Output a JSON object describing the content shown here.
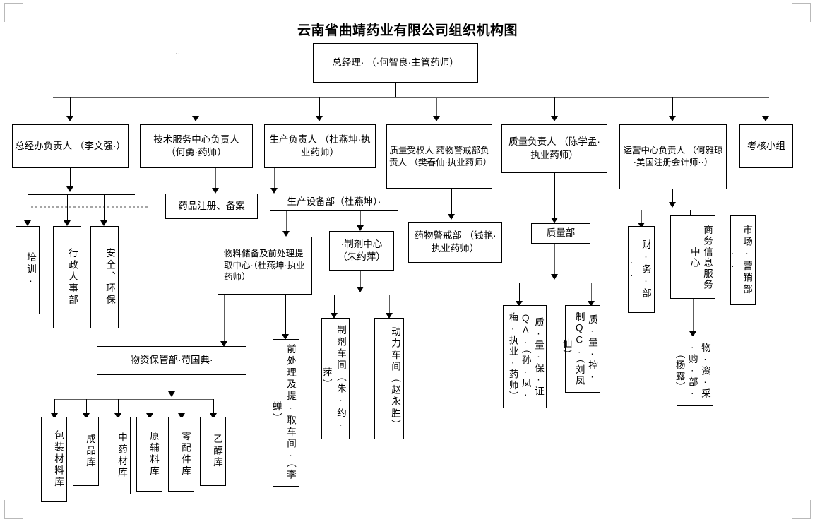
{
  "document": {
    "title": "云南省曲靖药业有限公司组织机构图",
    "stray_marks": [
      "··"
    ]
  },
  "chart_data": {
    "type": "diagram",
    "diagram_kind": "organization-chart",
    "title": "云南省曲靖药业有限公司组织机构图",
    "nodes": [
      {
        "id": "gm",
        "label": "总经理·\n（·何智良·主管药师）",
        "level": 0
      },
      {
        "id": "gmoffice",
        "label": "总经办负责人\n（李文强·）",
        "level": 1
      },
      {
        "id": "techsvc",
        "label": "技术服务中心负责人\n（何勇·药师）",
        "level": 1
      },
      {
        "id": "prod",
        "label": "生产负责人\n（杜燕坤·执业药师）",
        "level": 1
      },
      {
        "id": "qp",
        "label": "质量受权人\n药物警戒部负责人\n（樊春仙·执业药师）",
        "level": 1
      },
      {
        "id": "qa_head",
        "label": "质量负责人\n（陈学孟·执业药师）",
        "level": 1
      },
      {
        "id": "opcenter",
        "label": "运营中心负责人\n（何雅琼·美国注册会计师··）",
        "level": 1
      },
      {
        "id": "audit",
        "label": "考核小组",
        "level": 1
      },
      {
        "id": "training",
        "label": "培训·",
        "level": 2,
        "vertical": true
      },
      {
        "id": "hr",
        "label": "行政人事部",
        "level": 2,
        "vertical": true
      },
      {
        "id": "safety",
        "label": "安全、环保",
        "level": 2,
        "vertical": true
      },
      {
        "id": "drugreg",
        "label": "药品注册、备案",
        "level": 2
      },
      {
        "id": "prodequip",
        "label": "生产设备部（杜燕坤）·",
        "level": 2
      },
      {
        "id": "matstore",
        "label": "物料储备及前处理提取中心·（杜燕坤·执业药师）",
        "level": 3
      },
      {
        "id": "prepcenter",
        "label": "·制剂中心\n（朱约萍）",
        "level": 3
      },
      {
        "id": "pvdept",
        "label": "药物警戒部\n（钱艳·执业药师）",
        "level": 2
      },
      {
        "id": "qualdept",
        "label": "质量部",
        "level": 2
      },
      {
        "id": "finance",
        "label": "财·务·部··",
        "level": 2,
        "vertical": true
      },
      {
        "id": "bizinfo",
        "label": "商务信息服务中心",
        "level": 2,
        "vertical": true
      },
      {
        "id": "marketing",
        "label": "市场·营销部··",
        "level": 2,
        "vertical": true
      },
      {
        "id": "matkeep",
        "label": "物资保管部·苟国典·",
        "level": 4
      },
      {
        "id": "prepwork",
        "label": "前处理及提·取车间·（李蝉）",
        "level": 4,
        "vertical": true
      },
      {
        "id": "formwork",
        "label": "制剂车间（朱·约·萍）",
        "level": 4,
        "vertical": true
      },
      {
        "id": "powerwork",
        "label": "动力车间（赵永胜）",
        "level": 4,
        "vertical": true
      },
      {
        "id": "qa",
        "label": "质·量·保·证QA·（孙·凤·梅·执业·药师）",
        "level": 3,
        "vertical": true
      },
      {
        "id": "qc",
        "label": "质·量·控·制QC·（刘凤仙）",
        "level": 3,
        "vertical": true
      },
      {
        "id": "purchase",
        "label": "物·资·采·购·部·（杨露）",
        "level": 3,
        "vertical": true
      },
      {
        "id": "wh1",
        "label": "包装材料库",
        "level": 5,
        "vertical": true
      },
      {
        "id": "wh2",
        "label": "成品库",
        "level": 5,
        "vertical": true
      },
      {
        "id": "wh3",
        "label": "中药材库",
        "level": 5,
        "vertical": true
      },
      {
        "id": "wh4",
        "label": "原辅料库",
        "level": 5,
        "vertical": true
      },
      {
        "id": "wh5",
        "label": "零配件库",
        "level": 5,
        "vertical": true
      },
      {
        "id": "wh6",
        "label": "乙醇库",
        "level": 5,
        "vertical": true
      }
    ],
    "edges": [
      {
        "from": "gm",
        "to": "gmoffice"
      },
      {
        "from": "gm",
        "to": "techsvc"
      },
      {
        "from": "gm",
        "to": "prod"
      },
      {
        "from": "gm",
        "to": "qp"
      },
      {
        "from": "gm",
        "to": "qa_head"
      },
      {
        "from": "gm",
        "to": "opcenter"
      },
      {
        "from": "gm",
        "to": "audit"
      },
      {
        "from": "gmoffice",
        "to": "training"
      },
      {
        "from": "gmoffice",
        "to": "hr"
      },
      {
        "from": "gmoffice",
        "to": "safety"
      },
      {
        "from": "techsvc",
        "to": "drugreg"
      },
      {
        "from": "prod",
        "to": "prodequip"
      },
      {
        "from": "prodequip",
        "to": "matstore"
      },
      {
        "from": "prodequip",
        "to": "prepcenter"
      },
      {
        "from": "matstore",
        "to": "matkeep"
      },
      {
        "from": "matstore",
        "to": "prepwork"
      },
      {
        "from": "prepcenter",
        "to": "formwork"
      },
      {
        "from": "prepcenter",
        "to": "powerwork"
      },
      {
        "from": "qp",
        "to": "pvdept"
      },
      {
        "from": "qa_head",
        "to": "qualdept"
      },
      {
        "from": "qualdept",
        "to": "qa"
      },
      {
        "from": "qualdept",
        "to": "qc"
      },
      {
        "from": "opcenter",
        "to": "finance"
      },
      {
        "from": "opcenter",
        "to": "bizinfo"
      },
      {
        "from": "opcenter",
        "to": "marketing"
      },
      {
        "from": "bizinfo",
        "to": "purchase"
      },
      {
        "from": "matkeep",
        "to": "wh1"
      },
      {
        "from": "matkeep",
        "to": "wh2"
      },
      {
        "from": "matkeep",
        "to": "wh3"
      },
      {
        "from": "matkeep",
        "to": "wh4"
      },
      {
        "from": "matkeep",
        "to": "wh5"
      },
      {
        "from": "matkeep",
        "to": "wh6"
      }
    ],
    "colors": {
      "box_border": "#000000",
      "connector": "#000000",
      "connector_gray": "#5d5d5d",
      "dotted": "#a6a6a6",
      "background": "#ffffff"
    }
  }
}
